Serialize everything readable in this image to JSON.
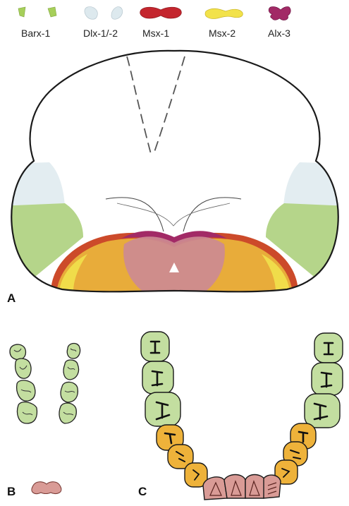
{
  "legend": [
    {
      "label": "Barx-1",
      "color": "#a6cf5a",
      "icon": "paired-green-swatch"
    },
    {
      "label": "Dlx-1/-2",
      "color": "#dde9ee",
      "icon": "paired-lightblue-swatch"
    },
    {
      "label": "Msx-1",
      "color": "#c4262e",
      "icon": "red-lobed-swatch"
    },
    {
      "label": "Msx-2",
      "color": "#f2e24a",
      "icon": "yellow-wave-swatch"
    },
    {
      "label": "Alx-3",
      "color": "#a22a66",
      "icon": "magenta-lobed-swatch"
    }
  ],
  "panels": {
    "a": "A",
    "b": "B",
    "c": "C"
  },
  "colors": {
    "molar_green": "#c3dea0",
    "premolar_orange": "#eeb23a",
    "incisor_pink": "#d99b96",
    "outline": "#1a1a1a",
    "orange_region": "#e8ac3a",
    "pink_region": "#cc8a92"
  }
}
